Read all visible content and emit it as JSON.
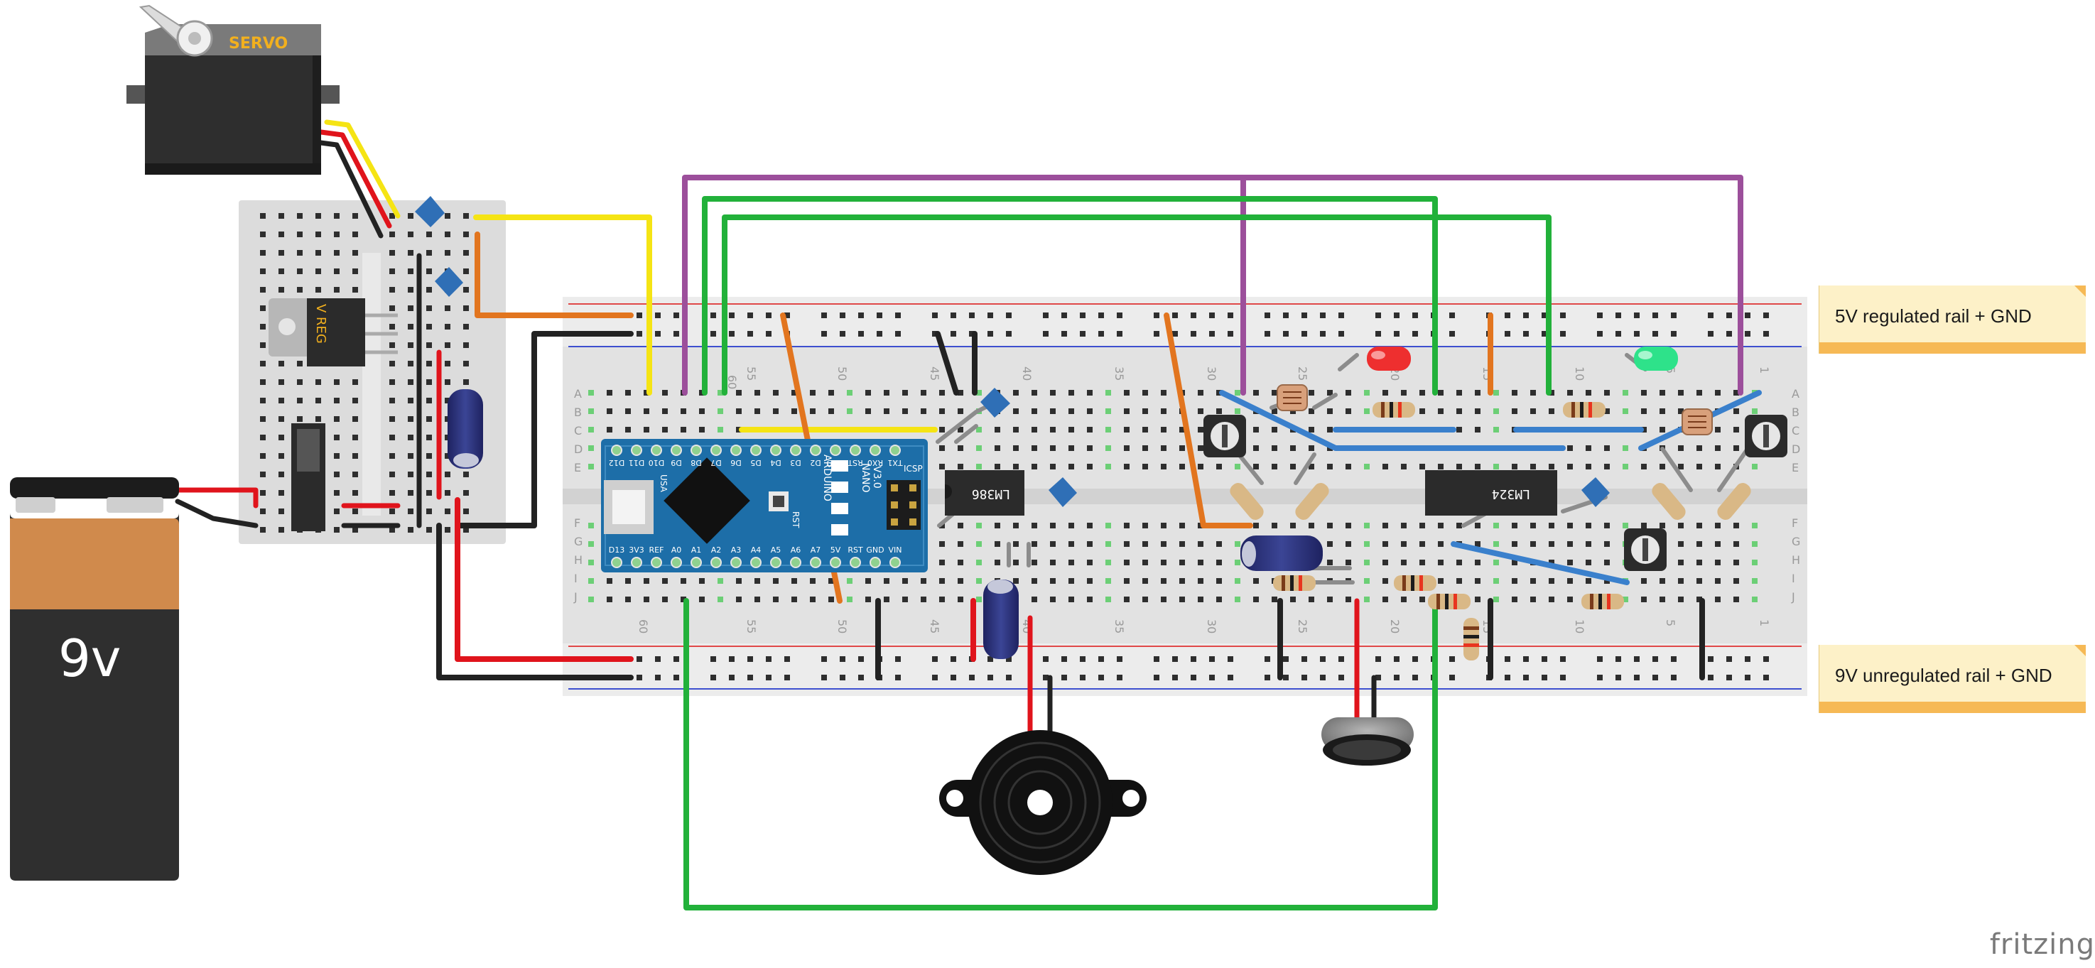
{
  "diagram": {
    "software_watermark": "fritzing",
    "notes": {
      "regulated": "5V regulated rail + GND",
      "unregulated": "9V unregulated rail + GND"
    },
    "battery": {
      "label": "9v"
    },
    "servo": {
      "label": "SERVO"
    },
    "regulator": {
      "label": "V REG"
    },
    "arduino": {
      "label_line1": "ARDUINO",
      "label_line2": "NANO",
      "label_line3": "V3.0",
      "label_icsp": "ICSP",
      "label_usb": "USA",
      "label_rst": "RST",
      "top_pins": [
        "D12",
        "D11",
        "D10",
        "D9",
        "D8",
        "D7",
        "D6",
        "D5",
        "D4",
        "D3",
        "D2",
        "GND",
        "RST",
        "RX0",
        "TX1"
      ],
      "bottom_pins": [
        "D13",
        "3V3",
        "REF",
        "A0",
        "A1",
        "A2",
        "A3",
        "A4",
        "A5",
        "A6",
        "A7",
        "5V",
        "RST",
        "GND",
        "VIN"
      ]
    },
    "ic_left": {
      "label": "LM386"
    },
    "ic_right": {
      "label": "LM324"
    },
    "breadboard": {
      "row_letters_top": [
        "A",
        "B",
        "C",
        "D",
        "E"
      ],
      "row_letters_bottom": [
        "F",
        "G",
        "H",
        "I",
        "J"
      ],
      "column_numbers": [
        "60",
        "55",
        "50",
        "45",
        "40",
        "35",
        "30",
        "25",
        "20",
        "15",
        "10",
        "5",
        "1"
      ]
    },
    "colors": {
      "wire_purple": "#9c4f9b",
      "wire_green": "#22b13a",
      "wire_yellow": "#f5e414",
      "wire_orange": "#e2751f",
      "wire_red": "#e0141c",
      "wire_black": "#222222",
      "wire_blue": "#3a80cc",
      "board_teal": "#1d6ea8",
      "battery_orange": "#d08a4c"
    }
  }
}
